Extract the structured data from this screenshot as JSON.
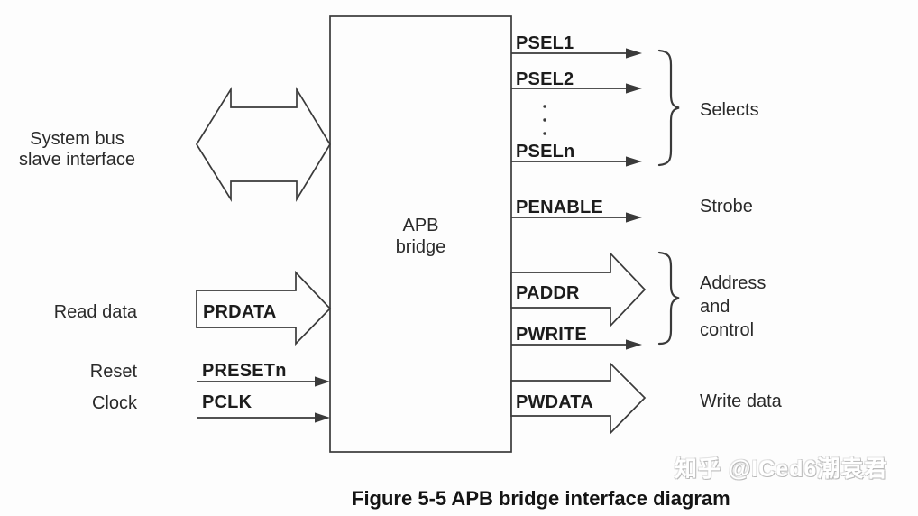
{
  "figure": {
    "caption": "Figure 5-5 APB bridge interface diagram",
    "watermark": "知乎 @ICed6潮袁君"
  },
  "bridge": {
    "label": "APB\nbridge"
  },
  "left_side": {
    "system_bus": "System bus\nslave interface",
    "read_data": "Read data",
    "reset": "Reset",
    "clock": "Clock",
    "prdata": "PRDATA",
    "presetn": "PRESETn",
    "pclk": "PCLK"
  },
  "right_side": {
    "psel1": "PSEL1",
    "psel2": "PSEL2",
    "ellipsis": "",
    "pseln": "PSELn",
    "penable": "PENABLE",
    "paddr": "PADDR",
    "pwrite": "PWRITE",
    "pwdata": "PWDATA",
    "selects": "Selects",
    "strobe": "Strobe",
    "address_control": "Address\nand\ncontrol",
    "write_data": "Write data"
  },
  "colors": {
    "line": "#3a3a3a",
    "text": "#2a2a2a"
  }
}
